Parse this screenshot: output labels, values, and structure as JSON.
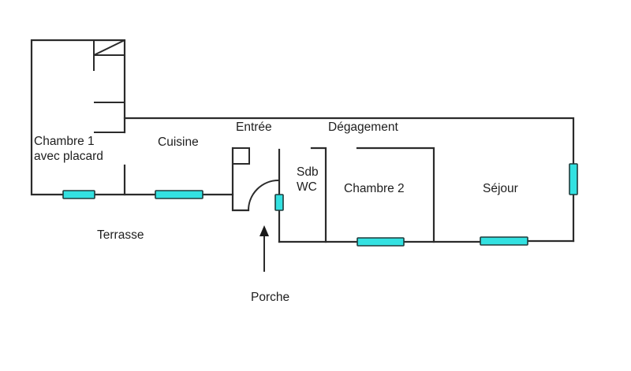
{
  "plan": {
    "colors": {
      "wall": "#2b2b2b",
      "window_fill": "#33e1e1",
      "window_border": "#1f3b3b",
      "background": "#ffffff",
      "text": "#1e1e1e"
    },
    "rooms": {
      "chambre1_line1": "Chambre 1",
      "chambre1_line2": "avec placard",
      "cuisine": "Cuisine",
      "entree": "Entrée",
      "degagement": "Dégagement",
      "sdb": "Sdb",
      "wc": "WC",
      "chambre2": "Chambre 2",
      "sejour": "Séjour"
    },
    "outside": {
      "terrasse": "Terrasse",
      "porche": "Porche"
    },
    "legend_icons": {
      "window": "window-icon",
      "door": "door-swing-icon",
      "entry_arrow": "arrow-up-icon"
    }
  }
}
